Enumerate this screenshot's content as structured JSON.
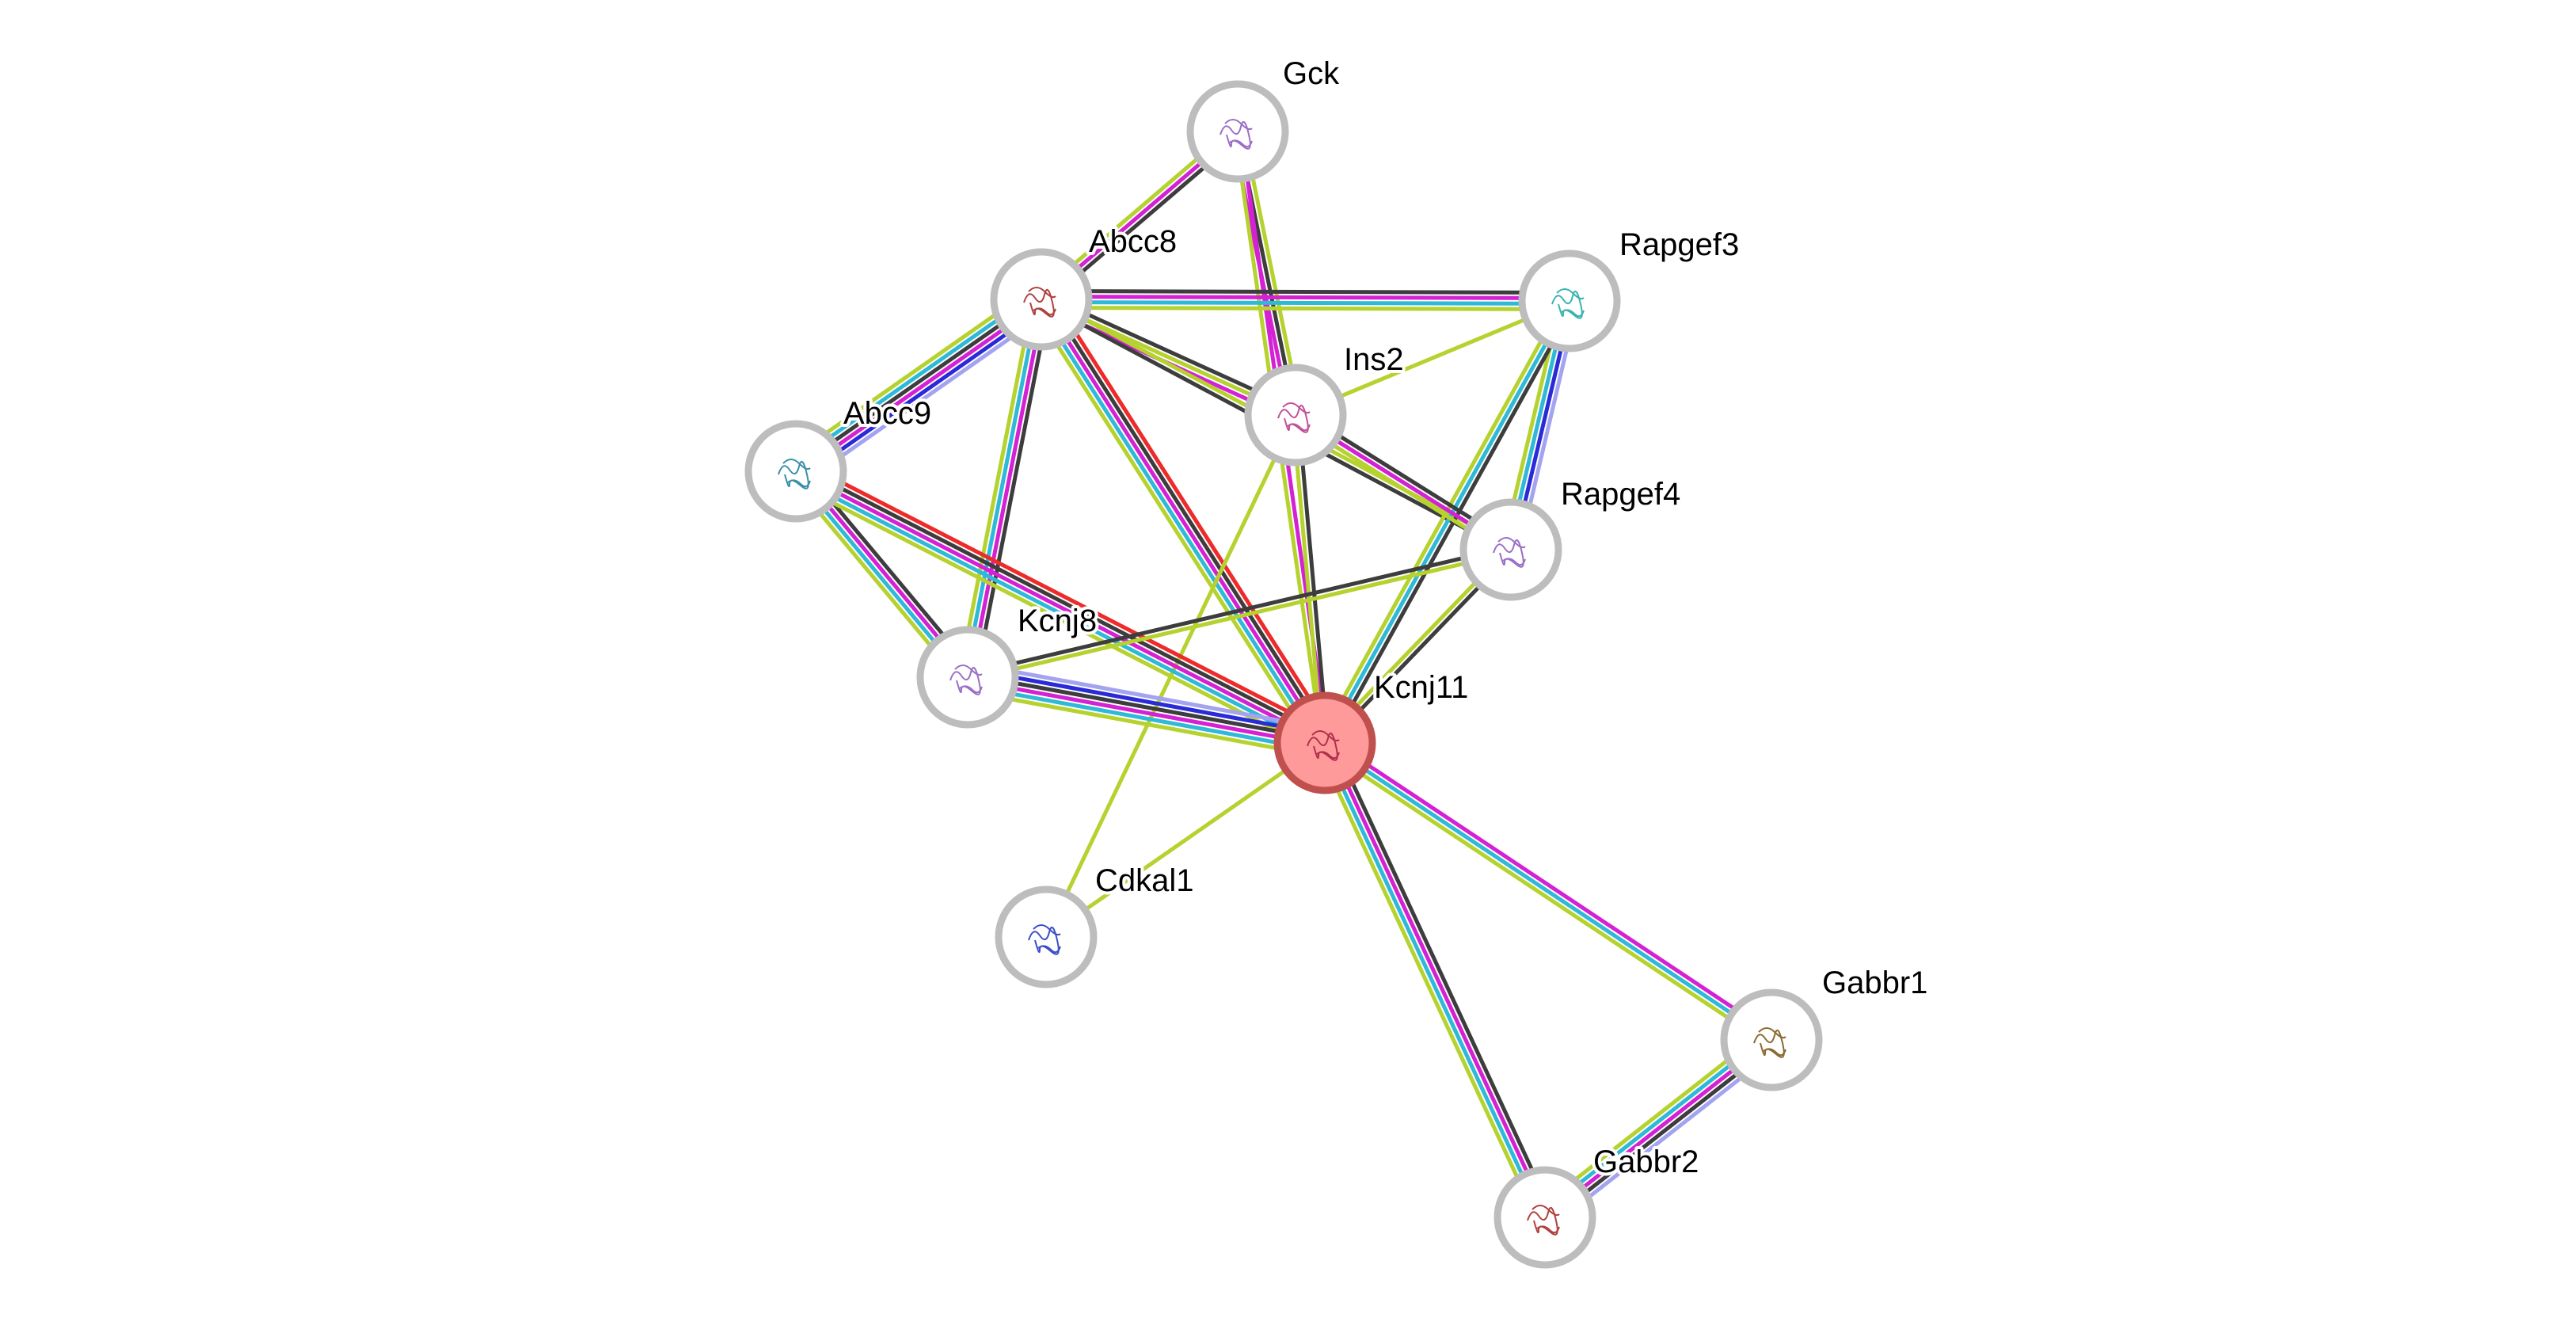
{
  "network": {
    "nodes": [
      {
        "id": "Gck",
        "label": "Gck",
        "query": false,
        "glyph_color": "#9b6fc7"
      },
      {
        "id": "Abcc8",
        "label": "Abcc8",
        "query": false,
        "glyph_color": "#b0413e"
      },
      {
        "id": "Rapgef3",
        "label": "Rapgef3",
        "query": false,
        "glyph_color": "#3ab3b0"
      },
      {
        "id": "Ins2",
        "label": "Ins2",
        "query": false,
        "glyph_color": "#c2509a"
      },
      {
        "id": "Abcc9",
        "label": "Abcc9",
        "query": false,
        "glyph_color": "#3a8fa8"
      },
      {
        "id": "Rapgef4",
        "label": "Rapgef4",
        "query": false,
        "glyph_color": "#9b6fc7"
      },
      {
        "id": "Kcnj8",
        "label": "Kcnj8",
        "query": false,
        "glyph_color": "#9b6fc7"
      },
      {
        "id": "Kcnj11",
        "label": "Kcnj11",
        "query": true,
        "glyph_color": "#b0304e"
      },
      {
        "id": "Cdkal1",
        "label": "Cdkal1",
        "query": false,
        "glyph_color": "#3a4fc7"
      },
      {
        "id": "Gabbr1",
        "label": "Gabbr1",
        "query": false,
        "glyph_color": "#8a6a2e"
      },
      {
        "id": "Gabbr2",
        "label": "Gabbr2",
        "query": false,
        "glyph_color": "#b0413e"
      }
    ],
    "edges": [
      {
        "source": "Gck",
        "target": "Abcc8",
        "evidence": [
          "black",
          "magenta",
          "lime"
        ]
      },
      {
        "source": "Gck",
        "target": "Ins2",
        "evidence": [
          "lime",
          "black",
          "magenta"
        ]
      },
      {
        "source": "Gck",
        "target": "Kcnj11",
        "evidence": [
          "magenta",
          "lime"
        ]
      },
      {
        "source": "Abcc8",
        "target": "Rapgef3",
        "evidence": [
          "black",
          "magenta",
          "cyan",
          "lime"
        ]
      },
      {
        "source": "Abcc8",
        "target": "Ins2",
        "evidence": [
          "black",
          "lime",
          "magenta"
        ]
      },
      {
        "source": "Abcc8",
        "target": "Rapgef4",
        "evidence": [
          "lime",
          "black"
        ]
      },
      {
        "source": "Abcc8",
        "target": "Abcc9",
        "evidence": [
          "lavender",
          "blue",
          "magenta",
          "black",
          "cyan",
          "lime"
        ]
      },
      {
        "source": "Abcc8",
        "target": "Kcnj8",
        "evidence": [
          "black",
          "magenta",
          "cyan",
          "lime"
        ]
      },
      {
        "source": "Abcc8",
        "target": "Kcnj11",
        "evidence": [
          "red",
          "black",
          "magenta",
          "cyan",
          "lime"
        ]
      },
      {
        "source": "Rapgef3",
        "target": "Ins2",
        "evidence": [
          "lime"
        ]
      },
      {
        "source": "Rapgef3",
        "target": "Rapgef4",
        "evidence": [
          "lavender",
          "blue",
          "cyan",
          "lime"
        ]
      },
      {
        "source": "Rapgef3",
        "target": "Kcnj11",
        "evidence": [
          "black",
          "cyan",
          "lime"
        ]
      },
      {
        "source": "Ins2",
        "target": "Rapgef4",
        "evidence": [
          "black",
          "magenta",
          "lime"
        ]
      },
      {
        "source": "Ins2",
        "target": "Kcnj11",
        "evidence": [
          "black",
          "lime"
        ]
      },
      {
        "source": "Ins2",
        "target": "Cdkal1",
        "evidence": [
          "lime"
        ]
      },
      {
        "source": "Abcc9",
        "target": "Kcnj8",
        "evidence": [
          "black",
          "magenta",
          "cyan",
          "lime"
        ]
      },
      {
        "source": "Abcc9",
        "target": "Kcnj11",
        "evidence": [
          "red",
          "black",
          "magenta",
          "cyan",
          "lime"
        ]
      },
      {
        "source": "Rapgef4",
        "target": "Kcnj8",
        "evidence": [
          "lime",
          "black"
        ]
      },
      {
        "source": "Rapgef4",
        "target": "Kcnj11",
        "evidence": [
          "black",
          "lime"
        ]
      },
      {
        "source": "Kcnj8",
        "target": "Kcnj11",
        "evidence": [
          "lavender",
          "blue",
          "black",
          "magenta",
          "cyan",
          "lime"
        ]
      },
      {
        "source": "Kcnj11",
        "target": "Cdkal1",
        "evidence": [
          "lime"
        ]
      },
      {
        "source": "Kcnj11",
        "target": "Gabbr1",
        "evidence": [
          "magenta",
          "cyan",
          "lime"
        ]
      },
      {
        "source": "Kcnj11",
        "target": "Gabbr2",
        "evidence": [
          "black",
          "magenta",
          "cyan",
          "lime"
        ]
      },
      {
        "source": "Gabbr1",
        "target": "Gabbr2",
        "evidence": [
          "lavender",
          "black",
          "magenta",
          "cyan",
          "lime"
        ]
      }
    ]
  },
  "colors": {
    "black": "#3d3d3d",
    "magenta": "#d421d4",
    "lime": "#b5d22f",
    "cyan": "#2fb9d8",
    "blue": "#2a2ad8",
    "lavender": "#a3a3f0",
    "red": "#ee2a2a"
  }
}
